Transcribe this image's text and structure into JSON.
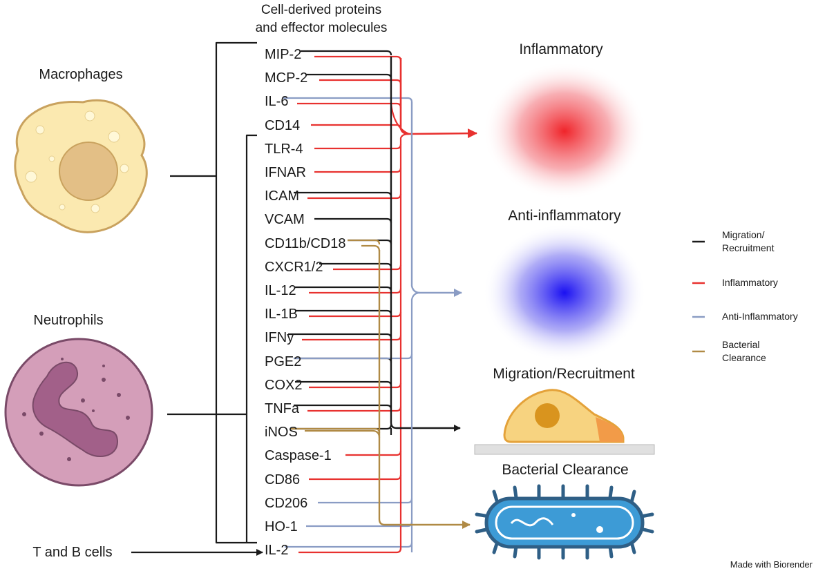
{
  "header": {
    "line1": "Cell-derived proteins",
    "line2": "and effector molecules"
  },
  "cells": {
    "macrophages": "Macrophages",
    "neutrophils": "Neutrophils",
    "tb": "T and B cells"
  },
  "molecules": [
    "MIP-2",
    "MCP-2",
    "IL-6",
    "CD14",
    "TLR-4",
    "IFNAR",
    "ICAM",
    "VCAM",
    "CD11b/CD18",
    "CXCR1/2",
    "IL-12",
    "IL-1B",
    "IFNy",
    "PGE2",
    "COX2",
    "TNFa",
    "iNOS",
    "Caspase-1",
    "CD86",
    "CD206",
    "HO-1",
    "IL-2"
  ],
  "outcomes": {
    "inflammatory": "Inflammatory",
    "anti": "Anti-inflammatory",
    "migration": "Migration/Recruitment",
    "bacterial": "Bacterial Clearance"
  },
  "legend": {
    "migration": [
      "Migration/",
      "Recruitment"
    ],
    "inflammatory": [
      "Inflammatory"
    ],
    "anti": [
      "Anti-Inflammatory"
    ],
    "bacterial": [
      "Bacterial",
      "Clearance"
    ]
  },
  "colors": {
    "black": "#1a1a1a",
    "red": "#e8312f",
    "blue": "#8a9cc4",
    "brown": "#b08a45"
  },
  "credit": "Made with Biorender"
}
